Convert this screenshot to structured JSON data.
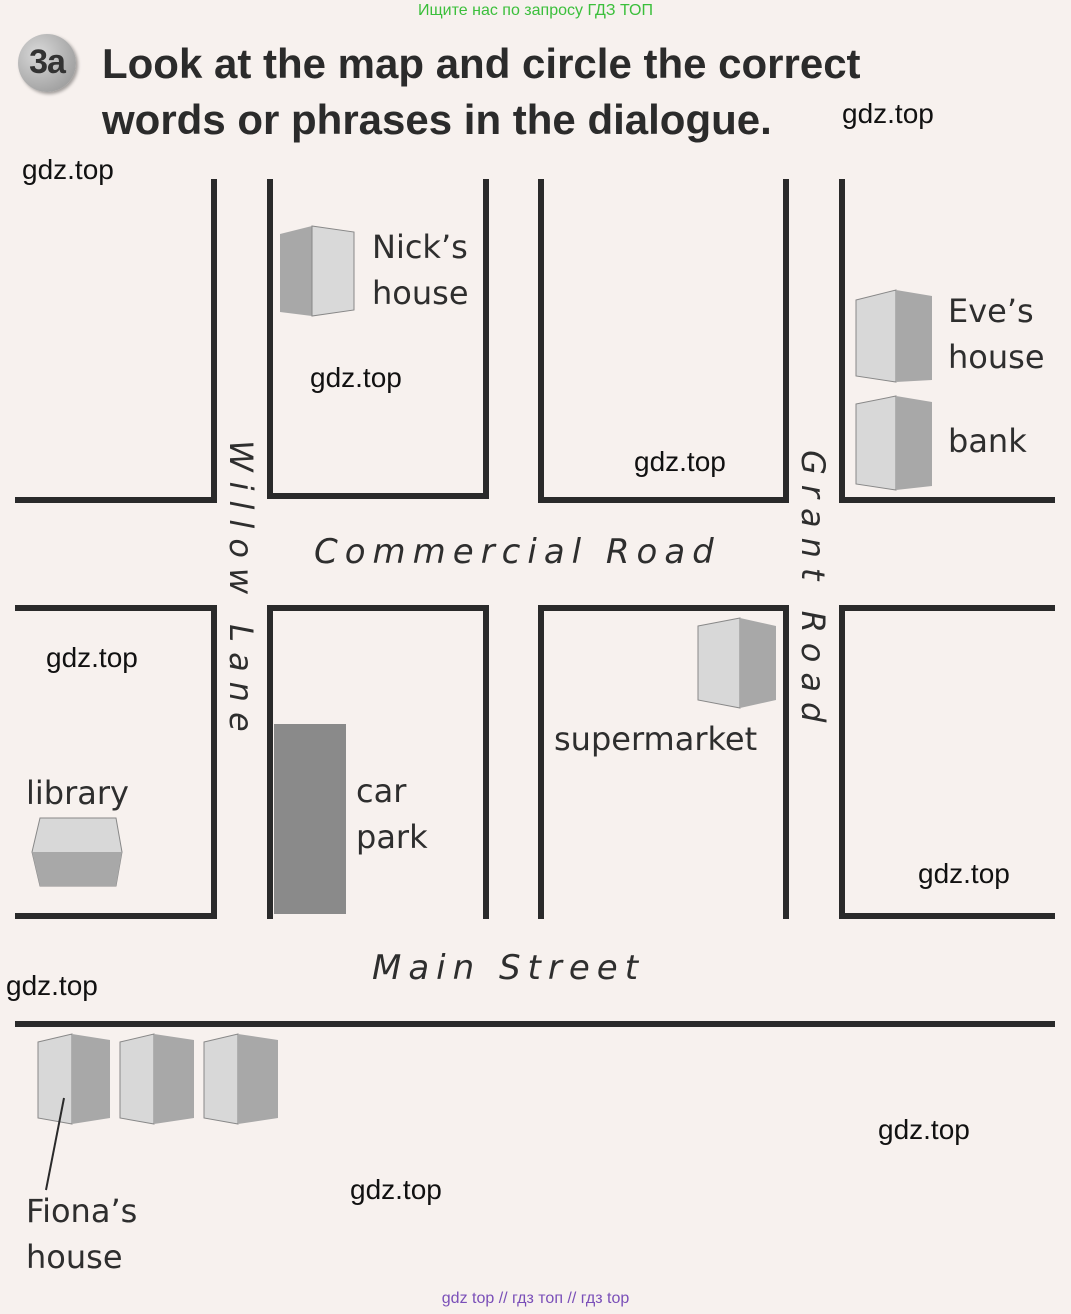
{
  "header": {
    "top_link": "Ищите нас по запросу ГДЗ ТОП",
    "bottom_link": "gdz top  //  гдз топ  //  гдз top"
  },
  "exercise": {
    "number": "3a",
    "title_line1": "Look at the map and circle the correct",
    "title_line2": "words or phrases in the dialogue."
  },
  "watermark": "gdz.top",
  "streets": {
    "willow": "Willow Lane",
    "grant": "Grant Road",
    "commercial": "Commercial Road",
    "main": "Main Street"
  },
  "places": {
    "nick_line1": "Nick’s",
    "nick_line2": "house",
    "eve_line1": "Eve’s",
    "eve_line2": "house",
    "bank": "bank",
    "supermarket": "supermarket",
    "library": "library",
    "carpark_line1": "car",
    "carpark_line2": "park",
    "fiona_line1": "Fiona’s",
    "fiona_line2": "house"
  },
  "colors": {
    "road_line": "#2a2a2a",
    "building_light": "#d6d6d6",
    "building_dark": "#9a9a9a",
    "carpark": "#8a8a8a"
  }
}
